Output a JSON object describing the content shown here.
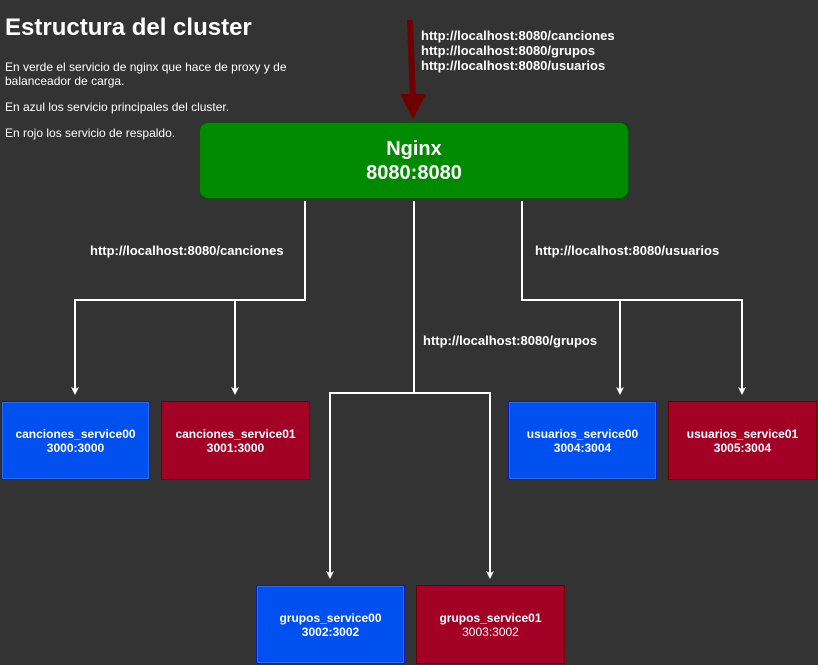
{
  "title": "Estructura del cluster",
  "descriptions": [
    "En verde el servicio de nginx que hace de proxy y de balanceador de carga.",
    "En azul los servicio principales del cluster.",
    "En rojo los servicio de respaldo."
  ],
  "entry_urls": [
    "http://localhost:8080/canciones",
    "http://localhost:8080/grupos",
    "http://localhost:8080/usuarios"
  ],
  "nginx": {
    "name": "Nginx",
    "ports": "8080:8080"
  },
  "routes": {
    "canciones": "http://localhost:8080/canciones",
    "grupos": "http://localhost:8080/grupos",
    "usuarios": "http://localhost:8080/usuarios"
  },
  "services": {
    "canciones_00": {
      "name": "canciones_service00",
      "ports": "3000:3000",
      "role": "principal"
    },
    "canciones_01": {
      "name": "canciones_service01",
      "ports": "3001:3000",
      "role": "respaldo"
    },
    "usuarios_00": {
      "name": "usuarios_service00",
      "ports": "3004:3004",
      "role": "principal"
    },
    "usuarios_01": {
      "name": "usuarios_service01",
      "ports": "3005:3004",
      "role": "respaldo"
    },
    "grupos_00": {
      "name": "grupos_service00",
      "ports": "3002:3002",
      "role": "principal"
    },
    "grupos_01": {
      "name": "grupos_service01",
      "ports": "3003:3002",
      "role": "respaldo"
    }
  },
  "colors": {
    "background": "#333333",
    "nginx": "#008a00",
    "principal": "#0050ef",
    "respaldo": "#a20025",
    "entry_arrow": "#6f0000",
    "connector": "#ffffff"
  }
}
